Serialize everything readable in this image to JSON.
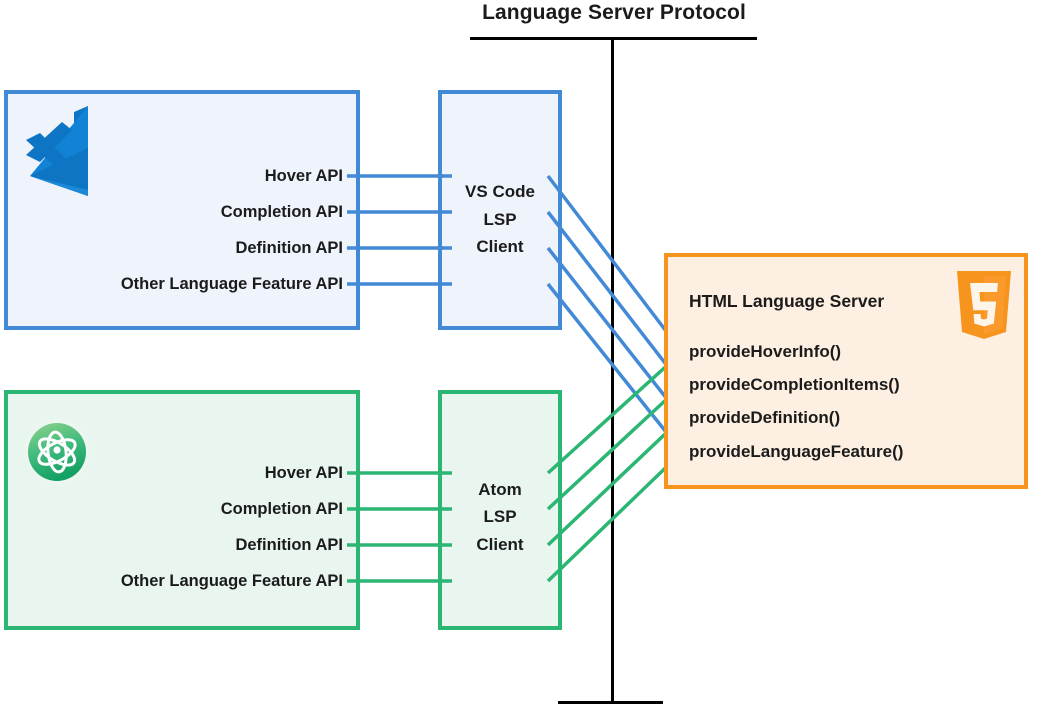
{
  "diagram": {
    "title": "Language Server Protocol",
    "protocol_axis": {
      "name": "lsp-vertical-axis",
      "color": "#000000"
    },
    "colors": {
      "vscode_border": "#4289d6",
      "vscode_fill": "#eef3fc",
      "atom_border": "#2bb673",
      "atom_fill": "#e8f6ef",
      "server_border": "#f7941e",
      "server_fill": "#fdf0e3",
      "text": "#1b1b1b",
      "axis": "#000000",
      "html5_orange": "#f7941e",
      "vscode_blue": "#0e75c4",
      "atom_green_light": "#8bd08b",
      "atom_green_dark": "#16a765"
    },
    "editors": [
      {
        "id": "vscode",
        "icon": "vscode-logo-icon",
        "apis": [
          "Hover API",
          "Completion API",
          "Definition API",
          "Other Language Feature API"
        ],
        "client": {
          "id": "vscode-lsp-client",
          "lines": [
            "VS Code",
            "LSP",
            "Client"
          ]
        }
      },
      {
        "id": "atom",
        "icon": "atom-logo-icon",
        "apis": [
          "Hover API",
          "Completion API",
          "Definition API",
          "Other Language Feature API"
        ],
        "client": {
          "id": "atom-lsp-client",
          "lines": [
            "Atom",
            "LSP",
            "Client"
          ]
        }
      }
    ],
    "server": {
      "id": "html-language-server",
      "title": "HTML Language Server",
      "icon": "html5-logo-icon",
      "methods": [
        "provideHoverInfo()",
        "provideCompletionItems()",
        "provideDefinition()",
        "provideLanguageFeature()"
      ]
    }
  }
}
